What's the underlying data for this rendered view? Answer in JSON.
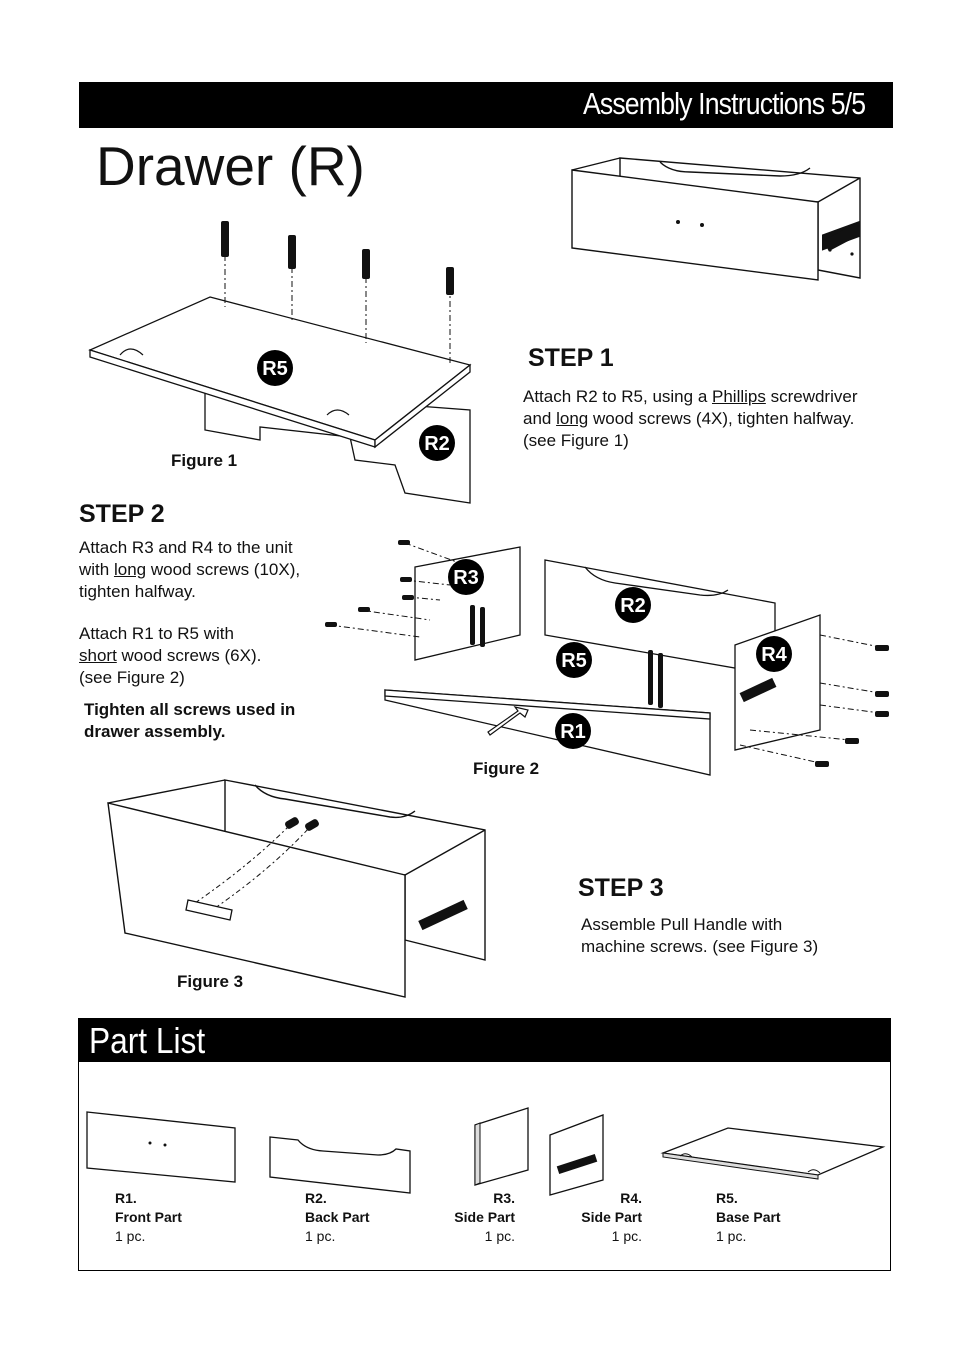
{
  "header": {
    "title": "Assembly Instructions 5/5"
  },
  "page_title": "Drawer (R)",
  "step1": {
    "heading": "STEP 1",
    "line1_a": "Attach R2 to R5, using a ",
    "line1_u": "Phillips",
    "line1_b": " screwdriver",
    "line2_a": "and ",
    "line2_u": "long",
    "line2_b": " wood screws (4X), tighten halfway.",
    "line3": "(see Figure 1)"
  },
  "step2": {
    "heading": "STEP 2",
    "p1_line1": "Attach R3 and R4 to the unit",
    "p1_line2_a": "with ",
    "p1_line2_u": "long",
    "p1_line2_b": " wood screws (10X),",
    "p1_line3": "tighten halfway.",
    "p2_line1": "Attach R1 to R5 with",
    "p2_line2_u": "short",
    "p2_line2_b": " wood screws (6X).",
    "p2_line3": "(see Figure 2)",
    "note_line1": "Tighten all screws used in",
    "note_line2": "drawer assembly."
  },
  "step3": {
    "heading": "STEP 3",
    "line1": "Assemble Pull Handle with",
    "line2": "machine screws. (see Figure 3)"
  },
  "figures": {
    "fig1": "Figure 1",
    "fig2": "Figure 2",
    "fig3": "Figure 3"
  },
  "badges": {
    "r1": "R1",
    "r2": "R2",
    "r3": "R3",
    "r4": "R4",
    "r5": "R5"
  },
  "parts": {
    "title": "Part List",
    "items": [
      {
        "code": "R1.",
        "name": "Front Part",
        "qty": "1 pc."
      },
      {
        "code": "R2.",
        "name": "Back Part",
        "qty": "1 pc."
      },
      {
        "code": "R3.",
        "name": "Side Part",
        "qty": "1 pc."
      },
      {
        "code": "R4.",
        "name": "Side Part",
        "qty": "1 pc."
      },
      {
        "code": "R5.",
        "name": "Base Part",
        "qty": "1 pc."
      }
    ]
  }
}
